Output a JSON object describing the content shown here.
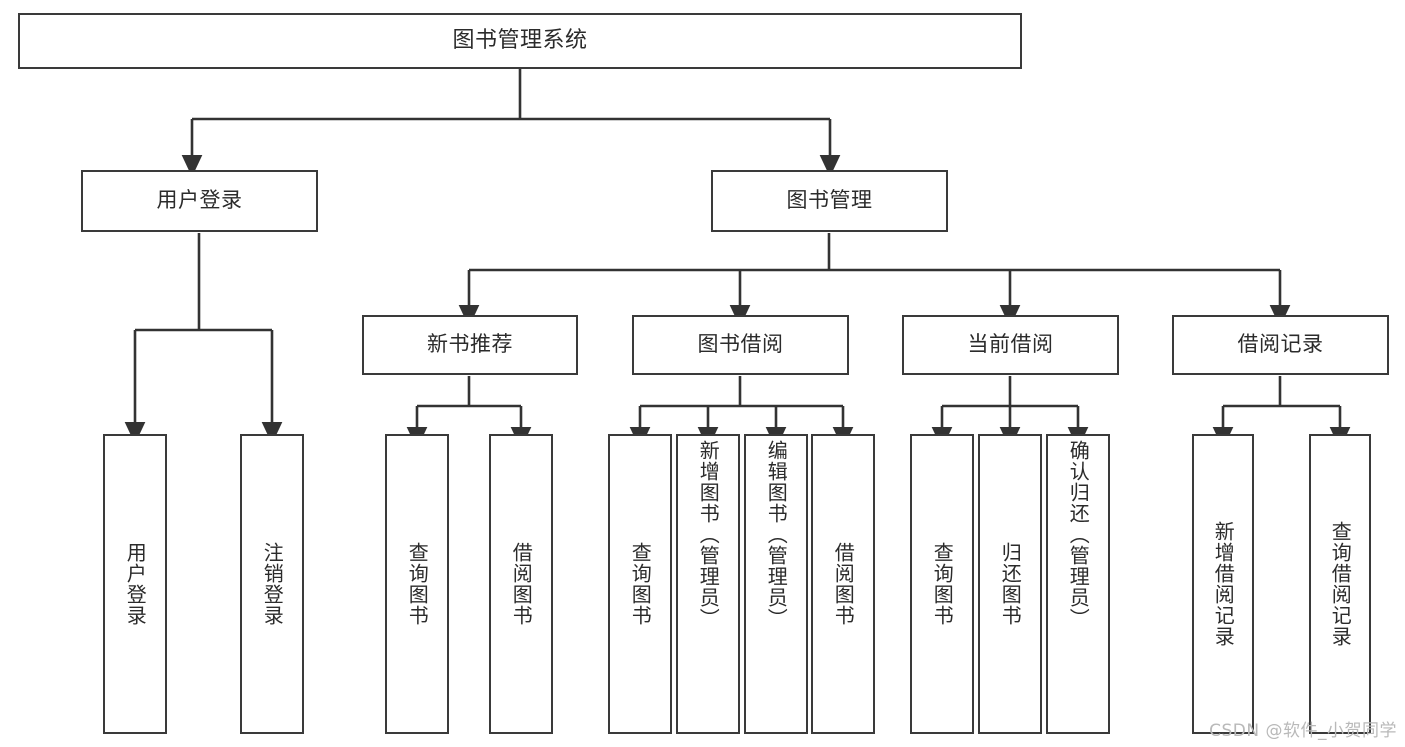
{
  "diagram": {
    "title": "图书管理系统",
    "type": "tree",
    "watermark": "CSDN @软件_小贺同学",
    "colors": {
      "box_border": "#3a3a3a",
      "box_fill": "#ffffff",
      "text": "#2b2b2b",
      "edge": "#333333",
      "watermark": "#b9b9b9"
    },
    "nodes": {
      "root": {
        "label": "图书管理系统"
      },
      "level1": [
        {
          "label": "用户登录"
        },
        {
          "label": "图书管理"
        }
      ],
      "level2": [
        {
          "label": "新书推荐"
        },
        {
          "label": "图书借阅"
        },
        {
          "label": "当前借阅"
        },
        {
          "label": "借阅记录"
        }
      ],
      "leaves": {
        "user_login": [
          {
            "label": "用户登录"
          },
          {
            "label": "注销登录"
          }
        ],
        "new_book_recommend": [
          {
            "label": "查询图书"
          },
          {
            "label": "借阅图书"
          }
        ],
        "book_borrow": [
          {
            "label": "查询图书"
          },
          {
            "label": "新增图书（管理员）"
          },
          {
            "label": "编辑图书（管理员）"
          },
          {
            "label": "借阅图书"
          }
        ],
        "current_borrow": [
          {
            "label": "查询图书"
          },
          {
            "label": "归还图书"
          },
          {
            "label": "确认归还（管理员）"
          }
        ],
        "borrow_record": [
          {
            "label": "新增借阅记录"
          },
          {
            "label": "查询借阅记录"
          }
        ]
      }
    }
  }
}
